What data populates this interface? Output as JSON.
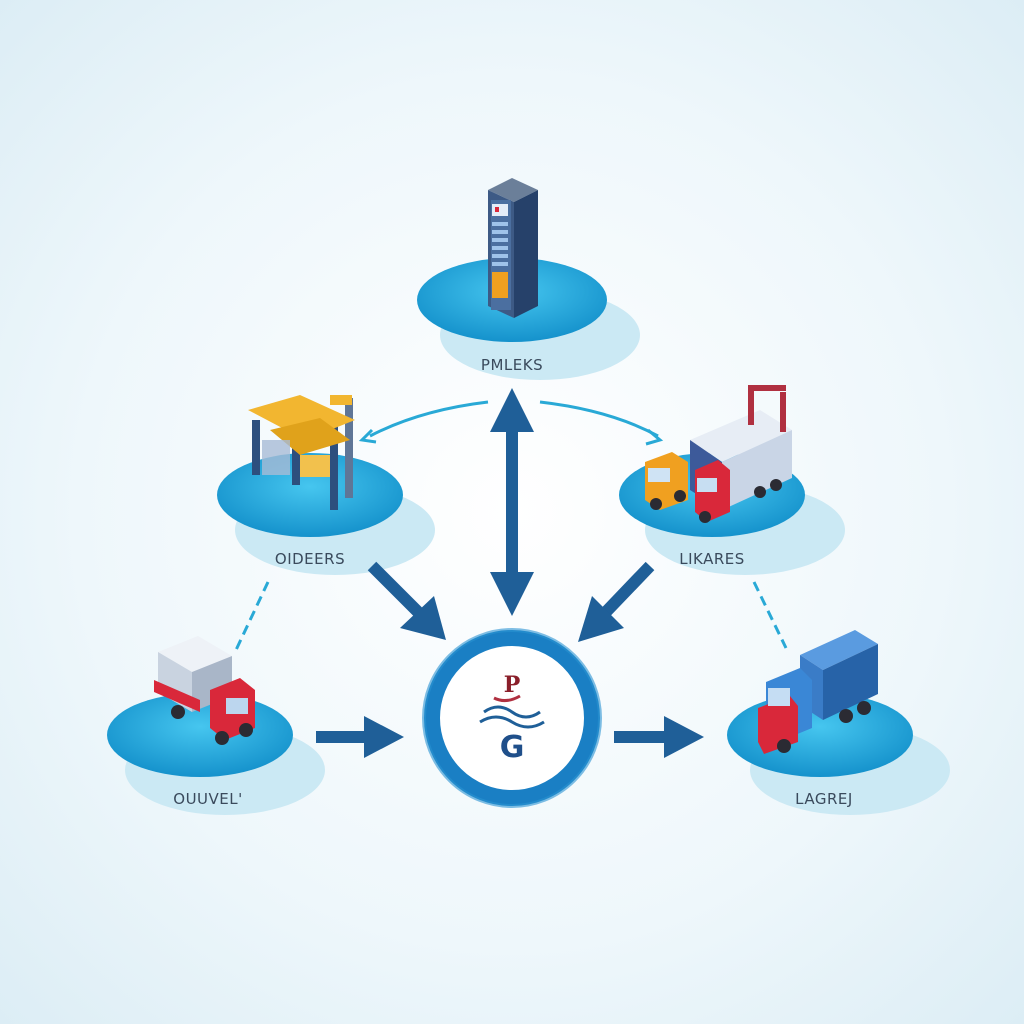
{
  "nodes": {
    "top": {
      "label": "PMLEKS",
      "icon": "server-tower-icon"
    },
    "left": {
      "label": "OIDEERS",
      "icon": "factory-machine-icon"
    },
    "right": {
      "label": "LIKARES",
      "icon": "delivery-trucks-icon"
    },
    "bottom_left": {
      "label": "OUUVEL'",
      "icon": "red-delivery-truck-icon"
    },
    "bottom_right": {
      "label": "LAGREJ",
      "icon": "blue-box-truck-icon"
    }
  },
  "hub": {
    "letter_top": "P",
    "letter_bottom": "G",
    "icon": "hub-logo-icon"
  },
  "colors": {
    "platform": "#1a9fd6",
    "platform_light": "#3fc0ea",
    "shadow": "#bfe4f2",
    "arrow": "#1f5f98",
    "accent_arc": "#29a9d6",
    "hub_ring": "#1a7fc4",
    "truck_red": "#d9283a",
    "truck_orange": "#f0a020"
  }
}
